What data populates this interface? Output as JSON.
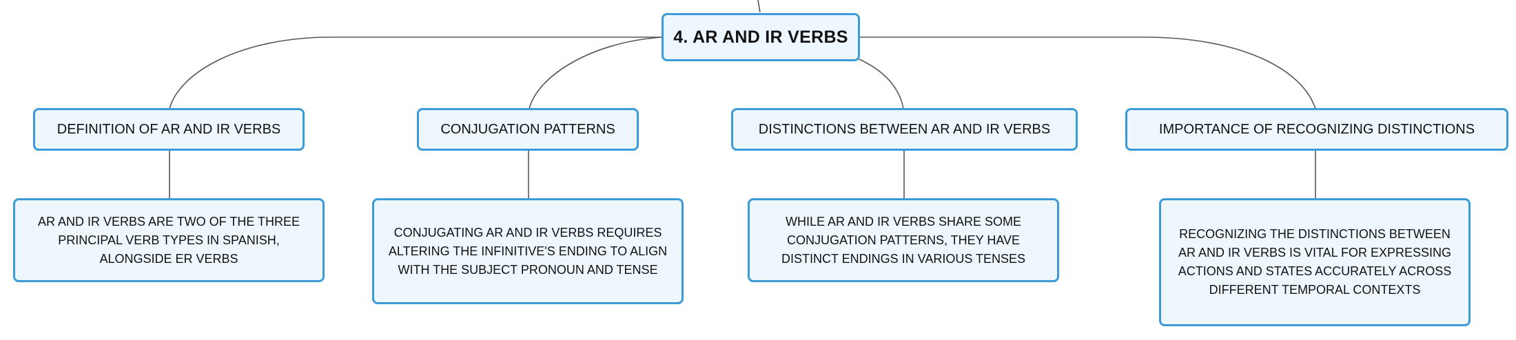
{
  "root": {
    "label": "4. AR AND IR VERBS"
  },
  "branches": [
    {
      "label": "DEFINITION OF AR AND IR VERBS",
      "detail": "AR AND IR VERBS ARE TWO OF THE THREE PRINCIPAL VERB TYPES IN SPANISH, ALONGSIDE ER VERBS"
    },
    {
      "label": "CONJUGATION PATTERNS",
      "detail": "CONJUGATING AR AND IR VERBS REQUIRES ALTERING THE INFINITIVE'S ENDING TO ALIGN WITH THE SUBJECT PRONOUN AND TENSE"
    },
    {
      "label": "DISTINCTIONS BETWEEN AR AND IR VERBS",
      "detail": "WHILE AR AND IR VERBS SHARE SOME CONJUGATION PATTERNS, THEY HAVE DISTINCT ENDINGS IN VARIOUS TENSES"
    },
    {
      "label": "IMPORTANCE OF RECOGNIZING DISTINCTIONS",
      "detail": "RECOGNIZING THE DISTINCTIONS BETWEEN AR AND IR VERBS IS VITAL FOR EXPRESSING ACTIONS AND STATES ACCURATELY ACROSS DIFFERENT TEMPORAL CONTEXTS"
    }
  ],
  "colors": {
    "node_border": "#3a9bd8",
    "node_fill": "#eef7fd",
    "connector": "#555555",
    "text": "#111111"
  }
}
